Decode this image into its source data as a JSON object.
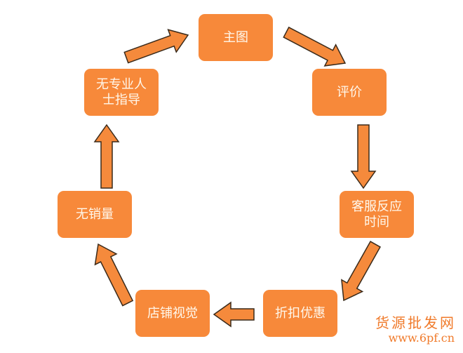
{
  "colors": {
    "box": "#f7893a",
    "arrow": "#f58a3c",
    "outline": "#3a2a1a"
  },
  "nodes": [
    {
      "id": "main-image",
      "label": "主图"
    },
    {
      "id": "reviews",
      "label": "评价"
    },
    {
      "id": "service-response",
      "label": "客服反应时间"
    },
    {
      "id": "discount",
      "label": "折扣优惠"
    },
    {
      "id": "store-visual",
      "label": "店铺视觉"
    },
    {
      "id": "no-sales",
      "label": "无销量"
    },
    {
      "id": "no-guidance",
      "label": "无专业人士指导"
    }
  ],
  "edges": [
    {
      "from": "no-guidance",
      "to": "main-image"
    },
    {
      "from": "main-image",
      "to": "reviews"
    },
    {
      "from": "reviews",
      "to": "service-response"
    },
    {
      "from": "service-response",
      "to": "discount"
    },
    {
      "from": "discount",
      "to": "store-visual"
    },
    {
      "from": "store-visual",
      "to": "no-sales"
    },
    {
      "from": "no-sales",
      "to": "no-guidance"
    }
  ],
  "watermark": {
    "name": "货源批发网",
    "url": "www.6pf.cn"
  }
}
